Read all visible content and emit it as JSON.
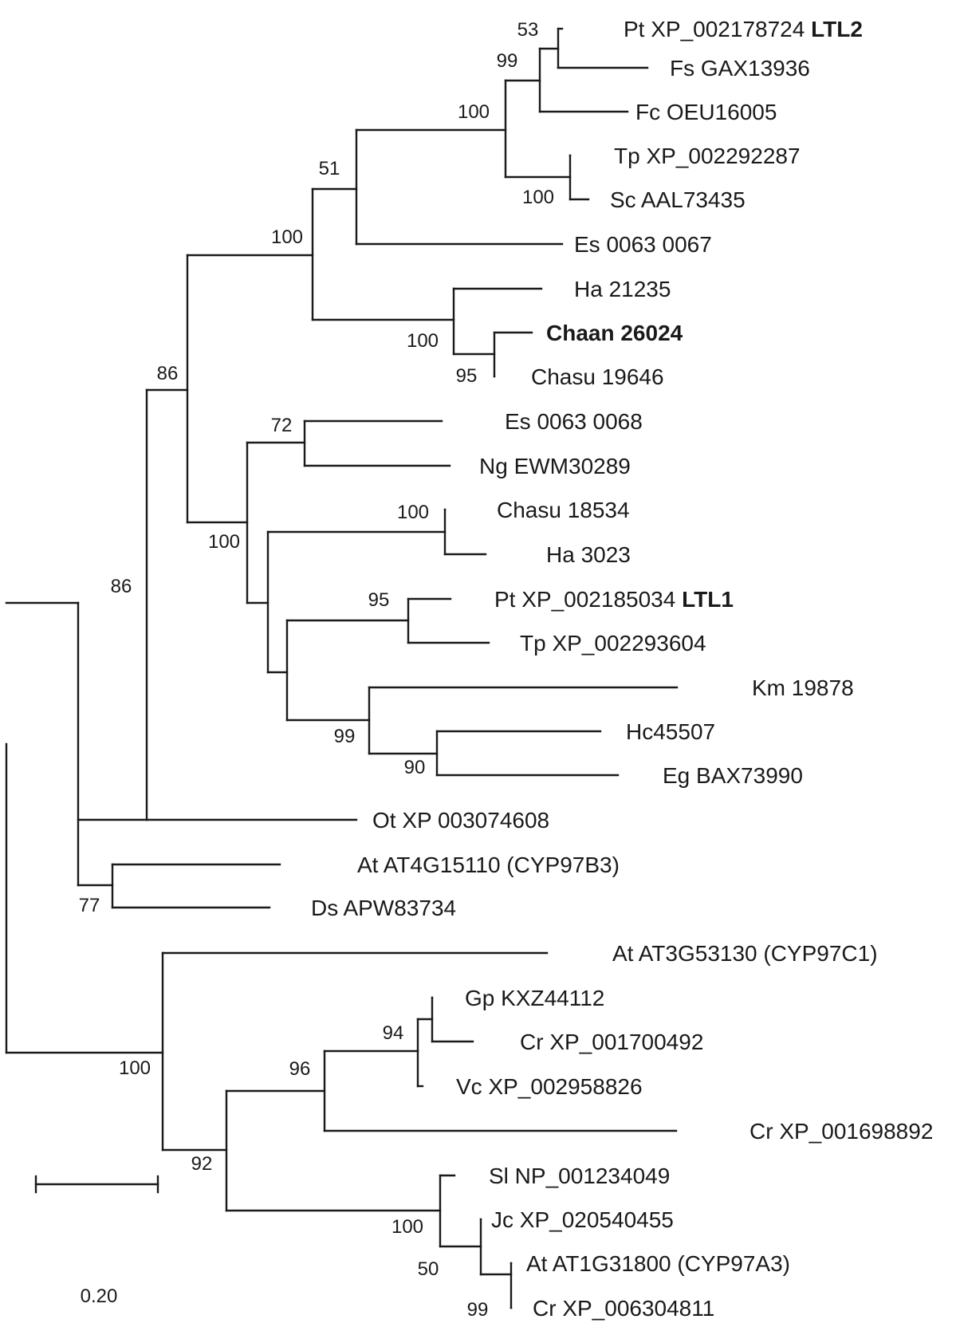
{
  "figure": {
    "leaves": [
      {
        "id": "L1",
        "prefix": "Pt",
        "label": "XP_002178724",
        "suffix": "LTL2"
      },
      {
        "id": "L2",
        "prefix": "Fs",
        "label": "GAX13936"
      },
      {
        "id": "L3",
        "prefix": "Fc",
        "label": "OEU16005"
      },
      {
        "id": "L4",
        "prefix": "Tp",
        "label": "XP_002292287"
      },
      {
        "id": "L5",
        "prefix": "Sc",
        "label": "AAL73435"
      },
      {
        "id": "L6",
        "prefix": "Es",
        "label": "0063 0067"
      },
      {
        "id": "L7",
        "prefix": "Ha",
        "label": "21235"
      },
      {
        "id": "L8",
        "prefix": "Chaan",
        "label": "26024",
        "bold": true
      },
      {
        "id": "L9",
        "prefix": "Chasu",
        "label": "19646"
      },
      {
        "id": "L10",
        "prefix": "Es",
        "label": "0063 0068"
      },
      {
        "id": "L11",
        "prefix": "Ng",
        "label": "EWM30289"
      },
      {
        "id": "L12",
        "prefix": "Chasu",
        "label": "18534"
      },
      {
        "id": "L13",
        "prefix": "Ha",
        "label": "3023"
      },
      {
        "id": "L14",
        "prefix": "Pt",
        "label": "XP_002185034",
        "suffix": "LTL1"
      },
      {
        "id": "L15",
        "prefix": "Tp",
        "label": "XP_002293604"
      },
      {
        "id": "L16",
        "prefix": "Km",
        "label": "19878"
      },
      {
        "id": "L17",
        "prefix": "",
        "label": "Hc45507"
      },
      {
        "id": "L18",
        "prefix": "Eg",
        "label": "BAX73990"
      },
      {
        "id": "L19",
        "prefix": "Ot",
        "label": "XP 003074608"
      },
      {
        "id": "L20",
        "prefix": "At",
        "label": "AT4G15110 (CYP97B3)"
      },
      {
        "id": "L21",
        "prefix": "Ds",
        "label": "APW83734"
      },
      {
        "id": "L22",
        "prefix": "At",
        "label": "AT3G53130 (CYP97C1)"
      },
      {
        "id": "L23",
        "prefix": "Gp",
        "label": "KXZ44112"
      },
      {
        "id": "L24",
        "prefix": "Cr",
        "label": "XP_001700492"
      },
      {
        "id": "L25",
        "prefix": "Vc",
        "label": "XP_002958826"
      },
      {
        "id": "L26",
        "prefix": "Cr",
        "label": "XP_001698892"
      },
      {
        "id": "L27",
        "prefix": "Sl",
        "label": "NP_001234049"
      },
      {
        "id": "L28",
        "prefix": "Jc",
        "label": "XP_020540455"
      },
      {
        "id": "L29",
        "prefix": "At",
        "label": "AT1G31800 (CYP97A3)"
      },
      {
        "id": "L30",
        "prefix": "Cr",
        "label": "XP_006304811"
      }
    ],
    "bootstrap_values": [
      "53",
      "99",
      "100",
      "100",
      "51",
      "100",
      "100",
      "95",
      "86",
      "72",
      "100",
      "100",
      "95",
      "99",
      "90",
      "86",
      "77",
      "94",
      "96",
      "100",
      "92",
      "100",
      "50",
      "99"
    ],
    "scale_bar": {
      "label": "0.20",
      "value": 0.2
    }
  }
}
